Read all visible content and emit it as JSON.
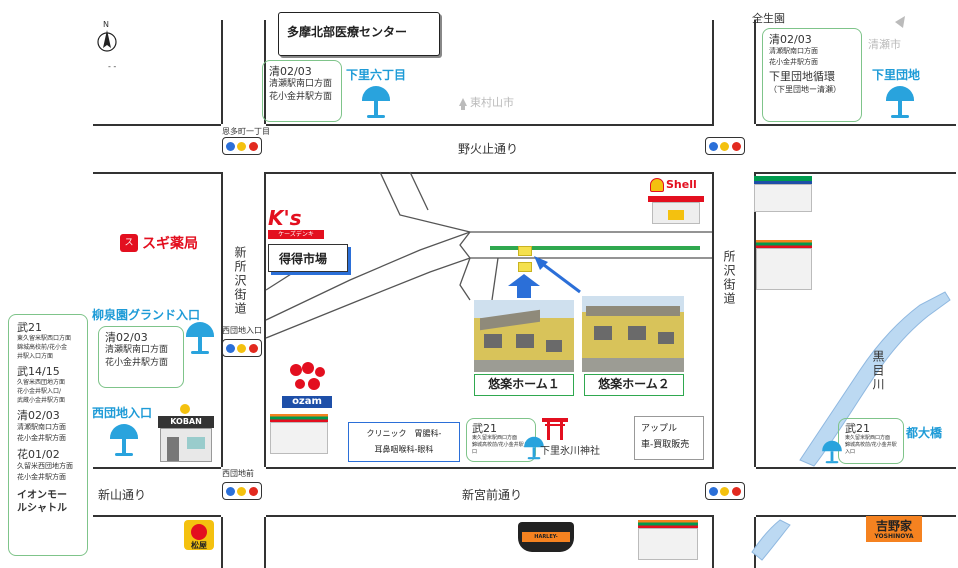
{
  "map": {
    "top_title": "多摩北部医療センター",
    "north_label": "N",
    "place_label_top_right": "全生園",
    "direction_labels": {
      "higashimurayama": "東村山市",
      "kiyose": "清瀬市"
    },
    "roads": {
      "nobidome": "野火止通り",
      "shintokorozawa": "新所沢街道",
      "tokorozawa": "所沢街道",
      "shinyama": "新山通り",
      "shinmiyamae": "新宮前通り",
      "river": "黒目川"
    },
    "intersections": {
      "onita": "恩多町一丁目",
      "nishidanchi_iriguchi": "西団地入口",
      "nishidanchi_mae": "西団地前"
    },
    "bus_stops": {
      "shimosato6": {
        "title": "下里六丁目",
        "route": "清02/03",
        "lines": [
          "清瀬駅南口方面",
          "花小金井駅方面"
        ]
      },
      "shimosato_danchi": {
        "title": "下里団地",
        "route": "清02/03",
        "lines": [
          "清瀬駅南口方面",
          "花小金井駅方面"
        ],
        "loop": "下里団地循環",
        "loop_note": "（下里団地ー清瀬）"
      },
      "ryusenen": {
        "title": "柳泉園グランド入口",
        "route": "清02/03",
        "lines": [
          "清瀬駅南口方面",
          "花小金井駅方面"
        ]
      },
      "nishidanchi": {
        "title": "西団地入口",
        "routes": [
          {
            "route": "武21",
            "lines": [
              "東久留米駅西口方面",
              "錦城高校前/花小金",
              "井駅入口方面"
            ]
          },
          {
            "route": "武14/15",
            "lines": [
              "久留米西団地方面",
              "花小金井駅入口/",
              "武蔵小金井駅方面"
            ]
          },
          {
            "route": "清02/03",
            "lines": [
              "清瀬駅南口方面",
              "花小金井駅方面"
            ]
          },
          {
            "route": "花01/02",
            "lines": [
              "久留米西団地方面",
              "花小金井駅方面"
            ]
          }
        ],
        "shuttle": [
          "イオンモー",
          "ルシャトル"
        ]
      },
      "shimosato_hikawa": {
        "route": "武21",
        "lines": [
          "東久留米駅西口方面",
          "錦城高校前/花小金井駅入口"
        ]
      },
      "tobashi": {
        "title": "都大橋",
        "route": "武21",
        "lines": [
          "東久留米駅西口方面",
          "錦城高校前/花小金井駅入口"
        ]
      }
    },
    "landmarks": {
      "sugi": "スギ薬局",
      "ks": "ケーズデンキ",
      "ks_logo": "K's",
      "tokutoku": "得得市場",
      "ozam": "ozam",
      "koban": "KOBAN",
      "shell": "Shell",
      "clinic": [
        "クリニック　胃腸科-",
        "耳鼻咽喉科-眼科"
      ],
      "hikawa": "下里氷川神社",
      "apple": [
        "アップル",
        "車-買取販売"
      ],
      "matsuya": "松屋",
      "harley": "HARLEY-DAVIDSON",
      "yoshinoya": "吉野家",
      "yoshinoya_en": "YOSHINOYA"
    },
    "homes": {
      "home1": "悠楽ホーム１",
      "home2": "悠楽ホーム２"
    },
    "colors": {
      "bus_blue": "#1e9bd7",
      "home_green": "#2fa84f",
      "river_blue": "#bcd9f2"
    }
  }
}
